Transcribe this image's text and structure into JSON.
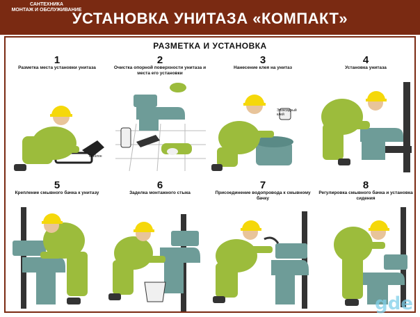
{
  "header": {
    "subtitle_line1": "САНТЕХНИКА",
    "subtitle_line2": "МОНТАЖ И ОБСЛУЖИВАНИЕ",
    "title": "УСТАНОВКА УНИТАЗА «КОМПАКТ»"
  },
  "section_title": "РАЗМЕТКА И УСТАНОВКА",
  "steps": [
    {
      "number": "1",
      "caption": "Разметка места установки унитаза",
      "tag": "Шаблон"
    },
    {
      "number": "2",
      "caption": "Очистка опорной поверхности унитаза и места его установки"
    },
    {
      "number": "3",
      "caption": "Нанесение клея на унитаз",
      "tag": "Эпоксидный клей"
    },
    {
      "number": "4",
      "caption": "Установка унитаза"
    },
    {
      "number": "5",
      "caption": "Крепление смывного бачка к унитазу"
    },
    {
      "number": "6",
      "caption": "Заделка монтажного стыка"
    },
    {
      "number": "7",
      "caption": "Присоединение водопровода к смывному бачку"
    },
    {
      "number": "8",
      "caption": "Регулировка смывного бачка и установка сидения"
    }
  ],
  "watermark": "gde",
  "colors": {
    "header_bg": "#7a2a12",
    "worker": "#9cbc3c",
    "helmet": "#f5d80a",
    "toilet": "#6e9c98",
    "pipe": "#333333"
  }
}
